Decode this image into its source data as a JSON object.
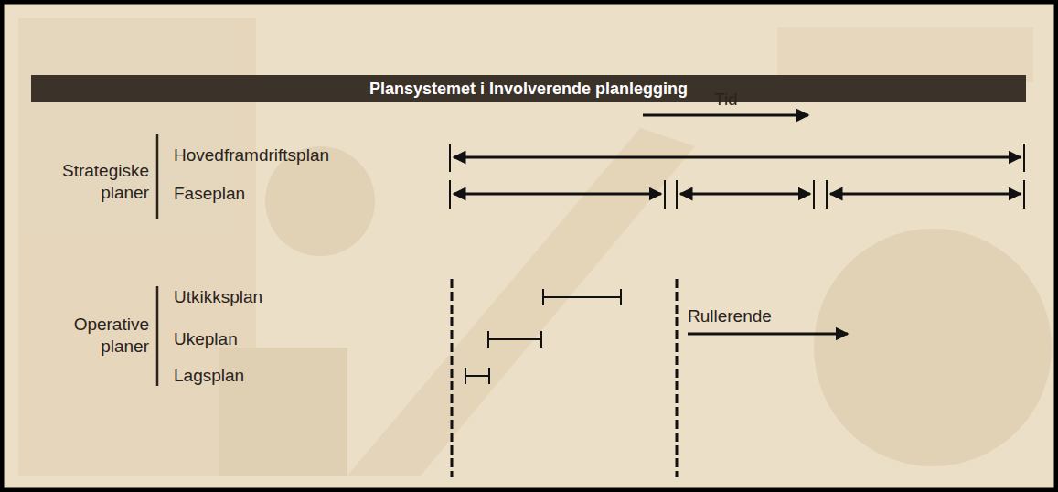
{
  "diagram": {
    "title": "Plansystemet i Involverende planlegging",
    "labels": [
      "Tid",
      "Strategiske planer",
      "Hovedframdriftsplan",
      "Faseplan",
      "Operative planer",
      "Utkikksplan",
      "Ukeplan",
      "Lagsplan",
      "Rullerende"
    ]
  }
}
